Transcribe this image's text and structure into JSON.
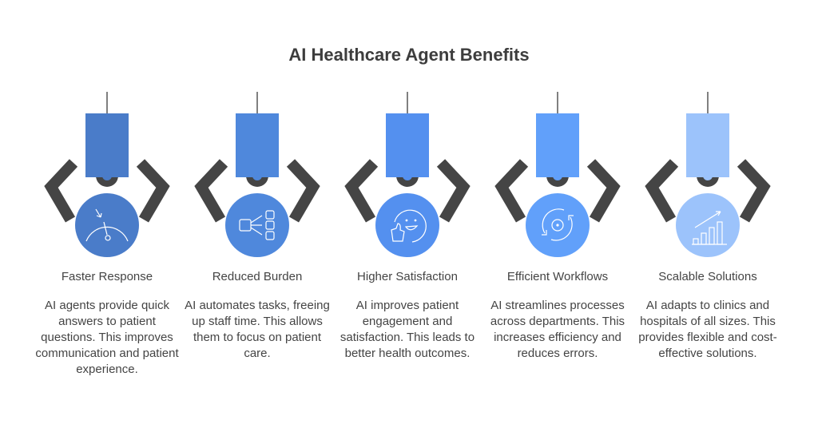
{
  "title": "AI Healthcare Agent Benefits",
  "items": [
    {
      "label": "Faster Response",
      "description": "AI agents provide quick answers to patient questions. This improves communication and patient experience.",
      "icon": "speedometer-icon",
      "color": "#4a7cc9"
    },
    {
      "label": "Reduced Burden",
      "description": "AI automates tasks, freeing up staff time. This allows them to focus on patient care.",
      "icon": "task-distribution-icon",
      "color": "#4f88dc"
    },
    {
      "label": "Higher Satisfaction",
      "description": "AI improves patient engagement and satisfaction. This leads to better health outcomes.",
      "icon": "smiley-thumbs-up-icon",
      "color": "#5490ef"
    },
    {
      "label": "Efficient Workflows",
      "description": "AI streamlines processes across departments. This increases efficiency and reduces errors.",
      "icon": "gear-cycle-icon",
      "color": "#61a0fa"
    },
    {
      "label": "Scalable Solutions",
      "description": "AI adapts to clinics and hospitals of all sizes. This provides flexible and cost-effective solutions.",
      "icon": "growth-chart-icon",
      "color": "#9cc3fb"
    }
  ]
}
